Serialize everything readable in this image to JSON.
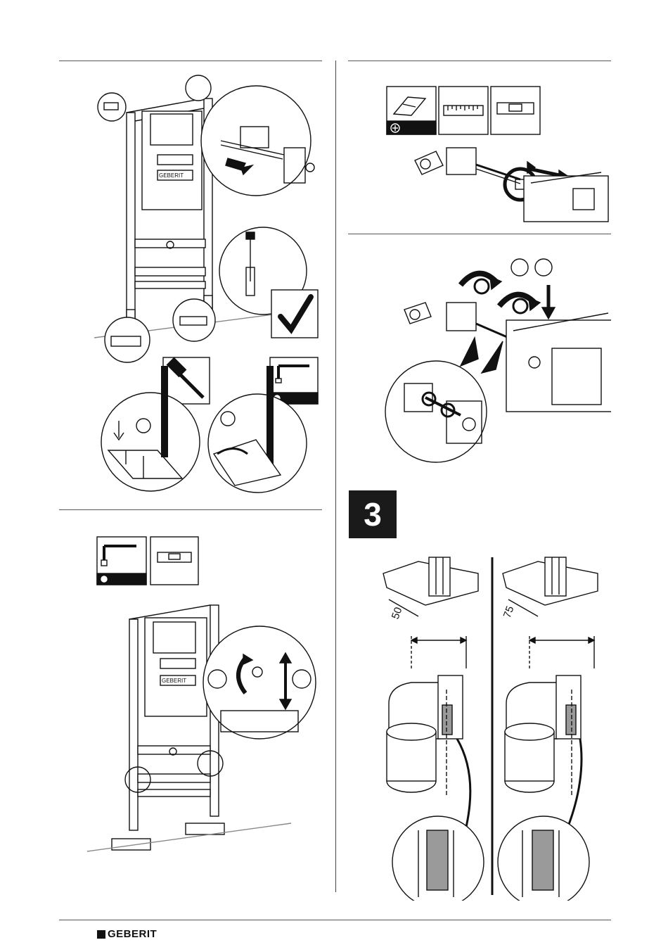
{
  "step": {
    "number": "3"
  },
  "dimensions": {
    "left": "50",
    "right": "75"
  },
  "footer": {
    "brand": "GEBERIT"
  },
  "frame_label": "GEBERIT",
  "tools": {
    "phillips_screwdriver": "phillips-screwdriver-icon",
    "tape_measure": "tape-measure-icon",
    "spirit_level": "spirit-level-icon",
    "hammer": "hammer-icon",
    "socket_wrench": "socket-wrench-icon"
  },
  "colors": {
    "ink": "#111111",
    "background": "#ffffff",
    "badge": "#1a1a1a",
    "grey_fill": "#9a9a9a"
  }
}
